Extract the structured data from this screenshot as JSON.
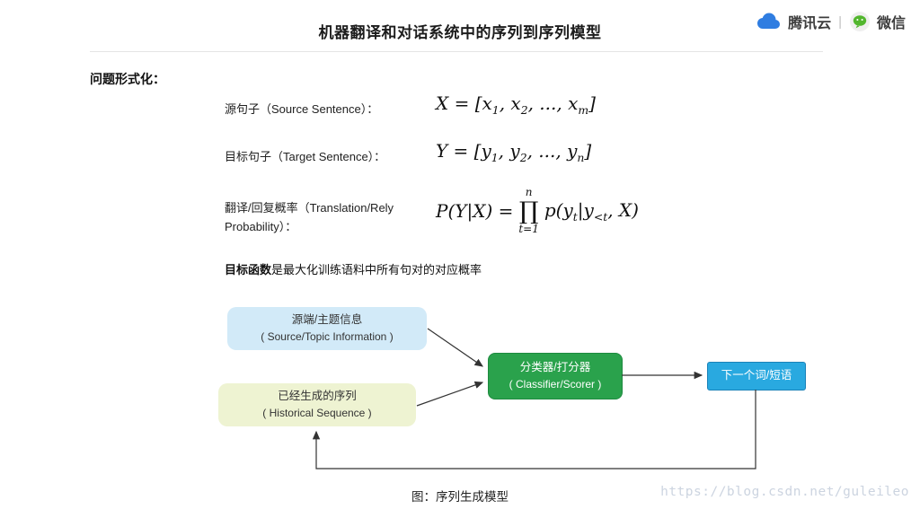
{
  "header": {
    "title": "机器翻译和对话系统中的序列到序列模型",
    "brand": {
      "tencent_label": "腾讯云",
      "divider": "|",
      "wechat_label": "微信"
    }
  },
  "content": {
    "section_heading": "问题形式化：",
    "rows": [
      {
        "label": "源句子（Source Sentence）："
      },
      {
        "label": "目标句子（Target Sentence）："
      },
      {
        "label": "翻译/回复概率（Translation/Rely Probability）："
      }
    ],
    "note_bold": "目标函数",
    "note_rest": "是最大化训练语料中所有句对的对应概率"
  },
  "formulas": {
    "source": [
      {
        "t": "X = [x"
      },
      {
        "t": "1",
        "sub": true
      },
      {
        "t": ", x"
      },
      {
        "t": "2",
        "sub": true
      },
      {
        "t": ", ..., x"
      },
      {
        "t": "m",
        "sub": true
      },
      {
        "t": "]"
      }
    ],
    "target": [
      {
        "t": "Y = [y"
      },
      {
        "t": "1",
        "sub": true
      },
      {
        "t": ", y"
      },
      {
        "t": "2",
        "sub": true
      },
      {
        "t": ", ..., y"
      },
      {
        "t": "n",
        "sub": true
      },
      {
        "t": "]"
      }
    ],
    "probability": {
      "lhs": [
        {
          "t": "P(Y|X) ="
        }
      ],
      "prod_top": "n",
      "prod_symbol": "∏",
      "prod_bottom": "t=1",
      "rhs": [
        {
          "t": "p(y"
        },
        {
          "t": "t",
          "sub": true
        },
        {
          "t": "|y"
        },
        {
          "t": "<t",
          "sub": true
        },
        {
          "t": ", X)"
        }
      ]
    }
  },
  "diagram": {
    "source_box": {
      "line1": "源端/主题信息",
      "line2": "( Source/Topic Information )"
    },
    "history_box": {
      "line1": "已经生成的序列",
      "line2": "( Historical Sequence )"
    },
    "classifier_box": {
      "line1": "分类器/打分器",
      "line2": "( Classifier/Scorer )"
    },
    "next_box": {
      "label": "下一个词/短语"
    },
    "caption": "图：序列生成模型"
  },
  "watermark": "https://blog.csdn.net/guleileo",
  "colors": {
    "source_box_bg": "#d2eaf8",
    "history_box_bg": "#eef3d2",
    "classifier_box_bg": "#2aa24c",
    "next_box_bg": "#29a9e0",
    "tencent_blue": "#2f7de1",
    "wechat_green": "#52b62e"
  }
}
